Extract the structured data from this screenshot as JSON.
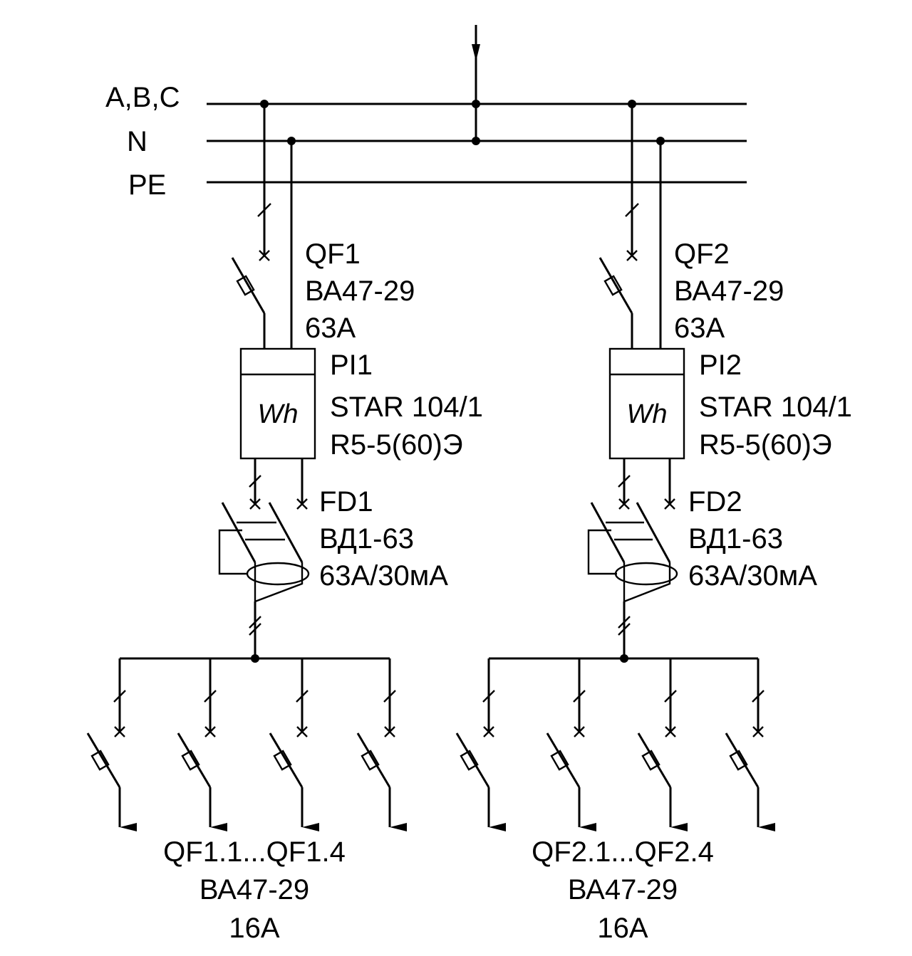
{
  "bus": {
    "phases": "A,B,C",
    "neutral": "N",
    "earth": "PE"
  },
  "meter_symbol": "Wh",
  "groups": [
    {
      "breaker": {
        "id": "QF1",
        "model": "ВА47-29",
        "rating": "63A"
      },
      "meter": {
        "id": "PI1",
        "model": "STAR 104/1",
        "spec": "R5-5(60)Э"
      },
      "rcd": {
        "id": "FD1",
        "model": "ВД1-63",
        "rating": "63А/30мА"
      },
      "outgoing": {
        "ids": "QF1.1...QF1.4",
        "model": "ВА47-29",
        "rating": "16А"
      }
    },
    {
      "breaker": {
        "id": "QF2",
        "model": "ВА47-29",
        "rating": "63A"
      },
      "meter": {
        "id": "PI2",
        "model": "STAR 104/1",
        "spec": "R5-5(60)Э"
      },
      "rcd": {
        "id": "FD2",
        "model": "ВД1-63",
        "rating": "63А/30мА"
      },
      "outgoing": {
        "ids": "QF2.1...QF2.4",
        "model": "ВА47-29",
        "rating": "16А"
      }
    }
  ]
}
